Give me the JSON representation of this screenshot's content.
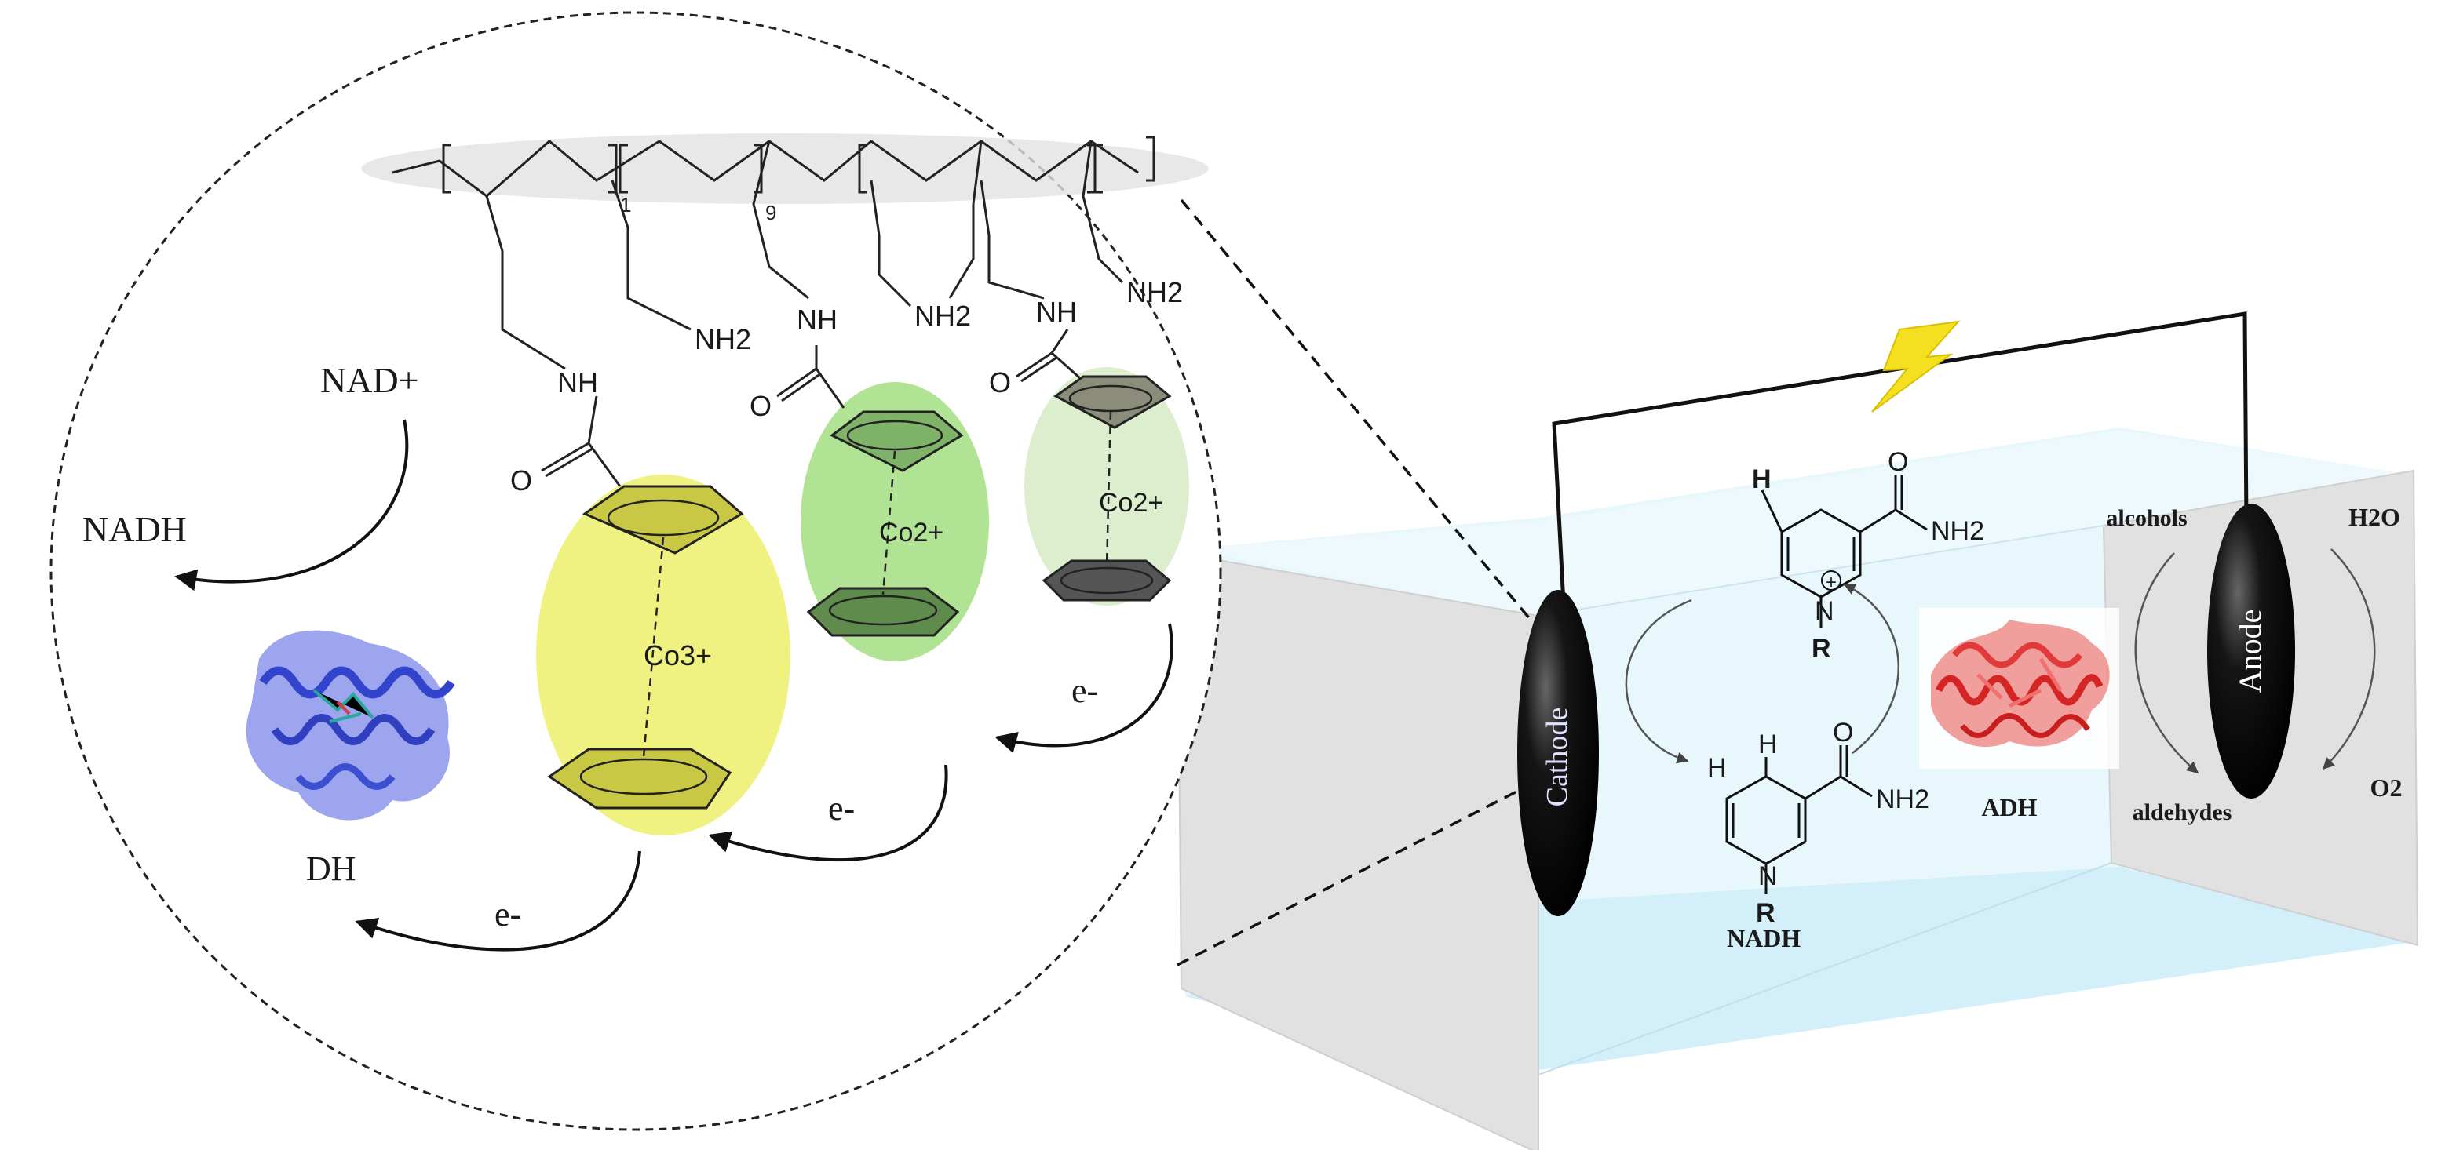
{
  "zoom_view": {
    "polymer": {
      "repeat_1": "1",
      "repeat_9": "9",
      "amide_nh": "NH",
      "amide_o": "O",
      "amine_nh2": "NH2",
      "cobalt_3": "Co3+",
      "cobalt_2": "Co2+"
    },
    "cofactor_oxidized": "NAD+",
    "cofactor_reduced": "NADH",
    "enzyme": "DH",
    "electron": "e-"
  },
  "cell": {
    "cathode_label": "Cathode",
    "anode_label": "Anode",
    "enzyme": "ADH",
    "nadh_label": "NADH",
    "ring_h": "H",
    "ring_n": "N",
    "ring_r": "R",
    "ring_plus": "+",
    "carbonyl_o": "O",
    "amide_nh2": "NH2",
    "substrate": "alcohols",
    "product": "aldehydes",
    "water": "H2O",
    "oxygen": "O2"
  },
  "colors": {
    "yellow_highlight": "#eef07a",
    "green_highlight": "#a8e08a",
    "pale_green_highlight": "#d8ecc8",
    "blue_protein": "#3d4fd1",
    "red_protein": "#e23a3a",
    "electrolyte": "#dff3fb",
    "bolt": "#f4e020"
  }
}
